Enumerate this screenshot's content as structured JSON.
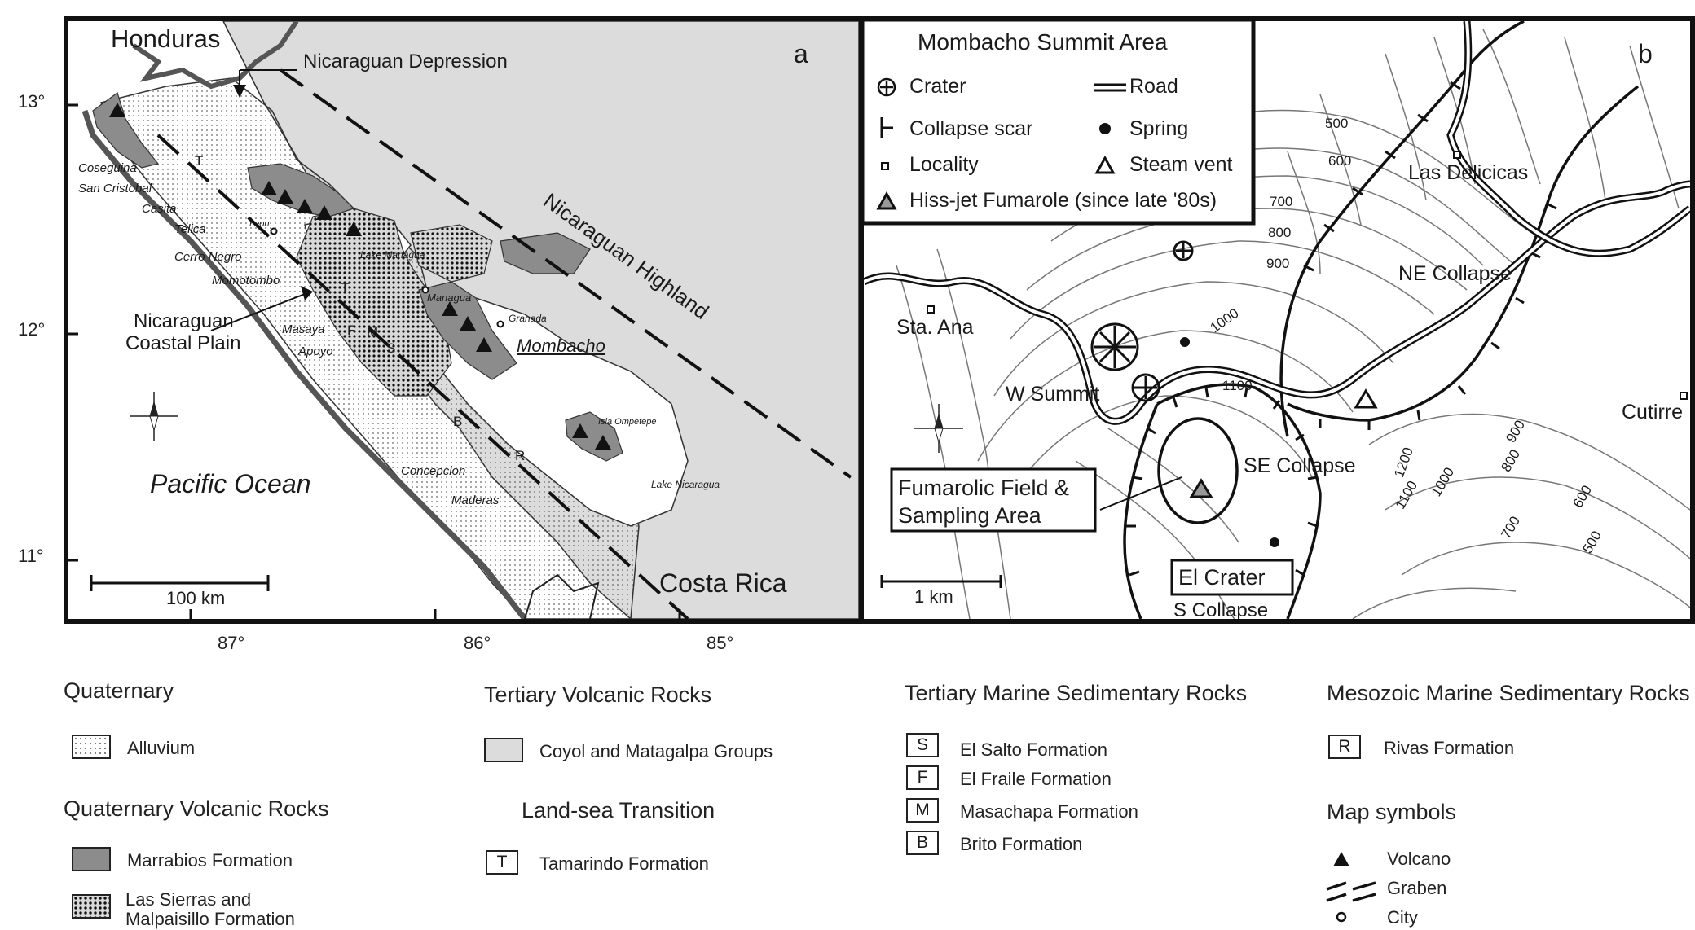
{
  "panel_a": {
    "letter": "a",
    "labels": {
      "honduras": "Honduras",
      "nic_depression": "Nicaraguan Depression",
      "nic_highland": "Nicaraguan Highland",
      "coastal_plain_1": "Nicaraguan",
      "coastal_plain_2": "Coastal Plain",
      "pacific": "Pacific Ocean",
      "costa_rica": "Costa Rica",
      "mombacho": "Mombacho",
      "lake_managua": "Lake Managua",
      "managua": "Managua",
      "granada": "Granada",
      "leon": "Leon",
      "isla_ometepe": "Isla Ompetepe",
      "lake_nicaragua": "Lake Nicaragua",
      "scale": "100 km"
    },
    "volcano_names": [
      "Coseguina",
      "San Cristobal",
      "Casita",
      "Telica",
      "Cerro Negro",
      "Momotombo",
      "Masaya",
      "Apoyo",
      "Concepcion",
      "Maderas"
    ],
    "unit_letters": {
      "t1": "T",
      "t2": "T",
      "f": "F",
      "m": "M",
      "s": "S",
      "b": "B",
      "r": "R"
    },
    "lat_ticks": [
      "13°",
      "12°",
      "11°"
    ],
    "lon_ticks": [
      "87°",
      "86°",
      "85°"
    ]
  },
  "panel_b": {
    "letter": "b",
    "legend_title": "Mombacho Summit Area",
    "legend": {
      "crater": "Crater",
      "road": "Road",
      "collapse_scar": "Collapse scar",
      "spring": "Spring",
      "locality": "Locality",
      "steam_vent": "Steam vent",
      "hiss_jet": "Hiss-jet Fumarole (since late '80s)"
    },
    "labels": {
      "las_delicias": "Las Delicicas",
      "ne_collapse": "NE Collapse",
      "sta_ana": "Sta. Ana",
      "w_summit": "W Summit",
      "cutirre": "Cutirre",
      "se_collapse": "SE Collapse",
      "fumarolic_1": "Fumarolic Field &",
      "fumarolic_2": "Sampling Area",
      "el_crater": "El Crater",
      "s_collapse": "S Collapse",
      "scale": "1 km"
    },
    "contours": [
      "500",
      "600",
      "700",
      "800",
      "900",
      "1000",
      "1100",
      "1200",
      "1100",
      "1000",
      "900",
      "800",
      "700",
      "600",
      "500"
    ]
  },
  "legend": {
    "quaternary": {
      "title": "Quaternary",
      "alluvium": "Alluvium"
    },
    "quaternary_volcanic": {
      "title": "Quaternary Volcanic Rocks",
      "marrabios": "Marrabios Formation",
      "sierras_1": "Las Sierras and",
      "sierras_2": "Malpaisillo Formation"
    },
    "tertiary_volcanic": {
      "title": "Tertiary Volcanic Rocks",
      "coyol": "Coyol and Matagalpa Groups"
    },
    "land_sea": {
      "title": "Land-sea Transition",
      "box": "T",
      "tamarindo": "Tamarindo Formation"
    },
    "tertiary_marine": {
      "title": "Tertiary Marine Sedimentary Rocks",
      "items": [
        {
          "box": "S",
          "label": "El Salto Formation"
        },
        {
          "box": "F",
          "label": "El Fraile Formation"
        },
        {
          "box": "M",
          "label": "Masachapa Formation"
        },
        {
          "box": "B",
          "label": "Brito Formation"
        }
      ]
    },
    "mesozoic": {
      "title": "Mesozoic Marine Sedimentary Rocks",
      "box": "R",
      "rivas": "Rivas Formation"
    },
    "map_symbols": {
      "title": "Map symbols",
      "volcano": "Volcano",
      "graben": "Graben",
      "city": "City"
    }
  }
}
